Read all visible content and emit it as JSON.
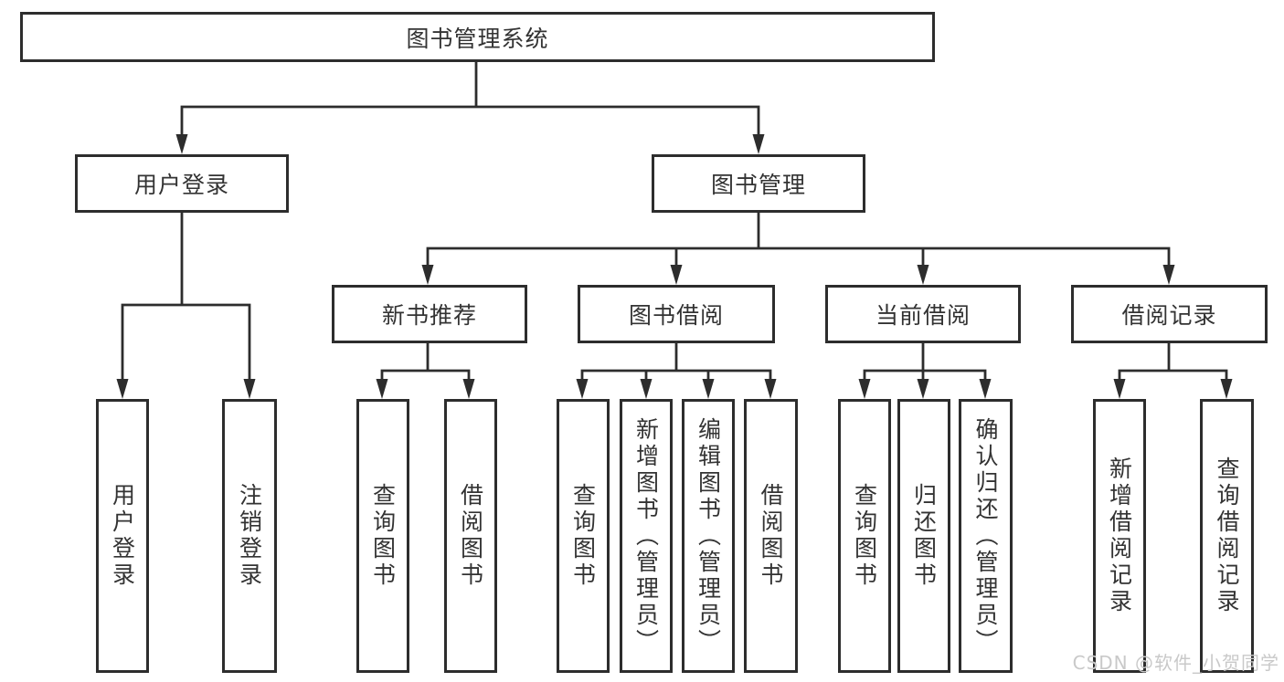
{
  "diagram": {
    "title": "图书管理系统",
    "level2": {
      "user_login": "用户登录",
      "book_mgmt": "图书管理"
    },
    "level3": {
      "new_book_rec": "新书推荐",
      "book_borrow": "图书借阅",
      "current_borrow": "当前借阅",
      "borrow_records": "借阅记录"
    },
    "leaves": {
      "user_login": "用户登录",
      "logout": "注销登录",
      "rec_query_books": "查询图书",
      "rec_borrow_books": "借阅图书",
      "bb_query_books": "查询图书",
      "bb_add_books": "新增图书（管理员）",
      "bb_edit_books": "编辑图书（管理员）",
      "bb_borrow_books": "借阅图书",
      "cb_query_books": "查询图书",
      "cb_return_books": "归还图书",
      "cb_confirm_return": "确认归还（管理员）",
      "br_add_record": "新增借阅记录",
      "br_query_record": "查询借阅记录"
    }
  },
  "watermark": "CSDN @软件_小贺同学",
  "colors": {
    "line": "#2d2d2d",
    "text": "#333333",
    "watermark_text": "#c9c9c9",
    "background": "#ffffff"
  }
}
